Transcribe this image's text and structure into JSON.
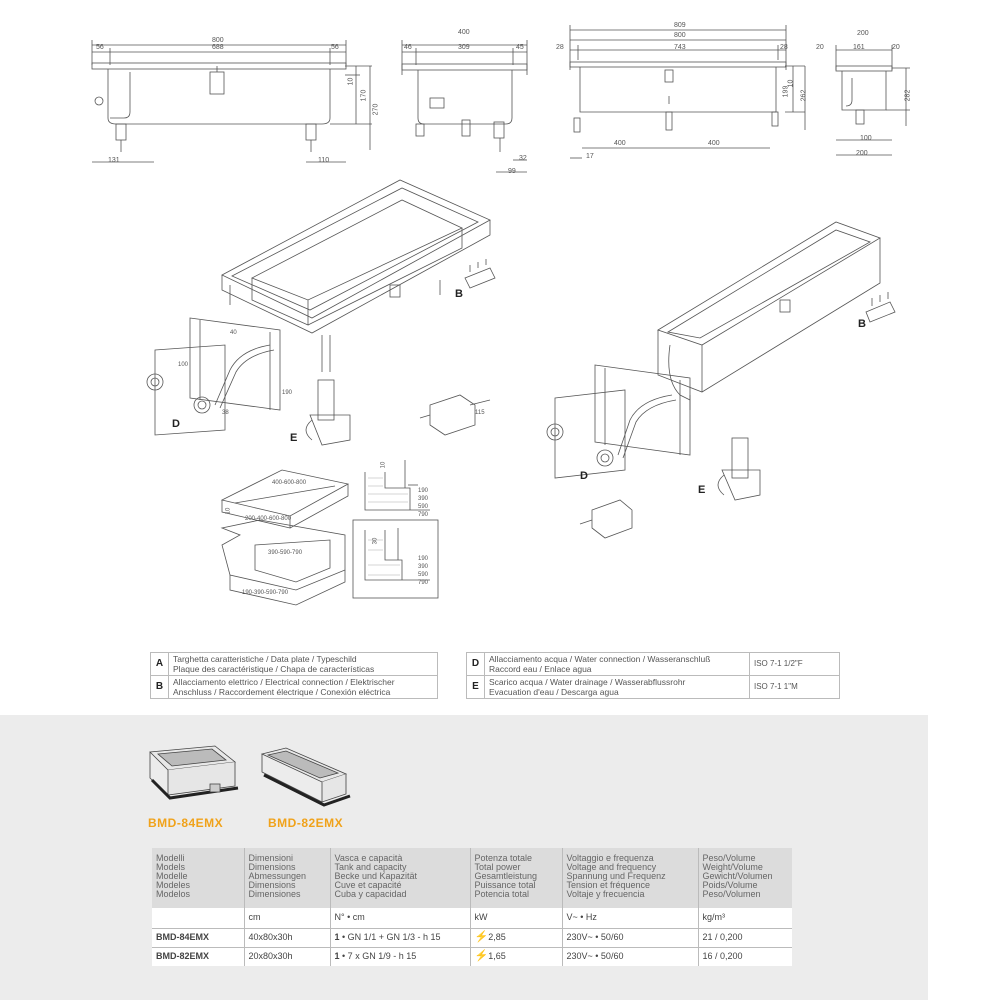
{
  "drawings": {
    "view1": {
      "top_total": "800",
      "top_left": "56",
      "top_mid": "688",
      "top_right": "56",
      "h1": "10",
      "h2": "170",
      "h3": "270",
      "bot_left": "131",
      "bot_right": "110"
    },
    "view2": {
      "top_total": "400",
      "top_left": "46",
      "top_mid": "309",
      "top_right": "45",
      "bot_a": "32",
      "bot_b": "99"
    },
    "view3": {
      "top_total": "809",
      "top_mid": "800",
      "top_left": "28",
      "top_inner": "743",
      "top_right": "28",
      "h1": "10",
      "h2": "199",
      "h3": "262",
      "bot_left": "17",
      "bot_a": "400",
      "bot_b": "400"
    },
    "view4": {
      "top_left": "20",
      "top_mid": "161",
      "top_right": "20",
      "top_total": "200",
      "h1": "282",
      "bot_a": "100",
      "bot_b": "200"
    },
    "labels": {
      "b": "B",
      "d": "D",
      "e": "E"
    },
    "panel_dims": {
      "a": "40",
      "b": "100",
      "c": "190",
      "d": "38",
      "e": "115"
    },
    "cutout1": {
      "top": "400-600-800",
      "side": "10",
      "front": "200-400-600-800",
      "right_h": "10",
      "vals": [
        "190",
        "390",
        "590",
        "790"
      ]
    },
    "cutout2": {
      "top": "390-590-790",
      "front": "190-390-590-790",
      "right_h": "30",
      "vals": [
        "190",
        "390",
        "590",
        "790"
      ]
    }
  },
  "legend": [
    {
      "key": "A",
      "line1": "Targhetta caratteristiche / Data plate / Typeschild",
      "line2": "Plaque des caractéristique / Chapa de características",
      "value": ""
    },
    {
      "key": "B",
      "line1": "Allacciamento elettrico / Electrical connection / Elektrischer",
      "line2": "Anschluss / Raccordement électrique / Conexión eléctrica",
      "value": ""
    },
    {
      "key": "D",
      "line1": "Allacciamento acqua / Water connection / Wasseranschluß",
      "line2": "Raccord eau / Enlace agua",
      "value": "ISO 7-1  1/2\"F"
    },
    {
      "key": "E",
      "line1": "Scarico acqua / Water drainage / Wasserabflussrohr",
      "line2": "Evacuation d'eau / Descarga agua",
      "value": "ISO 7-1  1\"M"
    }
  ],
  "products": [
    {
      "name": "BMD-84EMX"
    },
    {
      "name": "BMD-82EMX"
    }
  ],
  "spec": {
    "headers": [
      "Modelli\nModels\nModelle\nModeles\nModelos",
      "Dimensioni\nDimensions\nAbmessungen\nDimensions\nDimensiones",
      "Vasca e capacità\nTank and capacity\nBecke und Kapazität\nCuve et capacité\nCuba y capacidad",
      "Potenza totale\nTotal power\nGesamtleistung\nPuissance total\nPotencia total",
      "Voltaggio e frequenza\nVoltage and frequency\nSpannung und Frequenz\nTension et fréquence\nVoltaje y frecuencia",
      "Peso/Volume\nWeight/Volume\nGewicht/Volumen\nPoids/Volume\nPeso/Volumen"
    ],
    "units": [
      "",
      "cm",
      "N° • cm",
      "kW",
      "V~ • Hz",
      "kg/m³"
    ],
    "rows": [
      {
        "model": "BMD-84EMX",
        "dims": "40x80x30h",
        "tank_n": "1",
        "tank": "• GN 1/1 + GN 1/3 - h 15",
        "power": "2,85",
        "volt": "230V~ • 50/60",
        "weight": "21 / 0,200"
      },
      {
        "model": "BMD-82EMX",
        "dims": "20x80x30h",
        "tank_n": "1",
        "tank": "• 7 x GN 1/9 - h 15",
        "power": "1,65",
        "volt": "230V~ • 50/60",
        "weight": "16 / 0,200"
      }
    ]
  }
}
